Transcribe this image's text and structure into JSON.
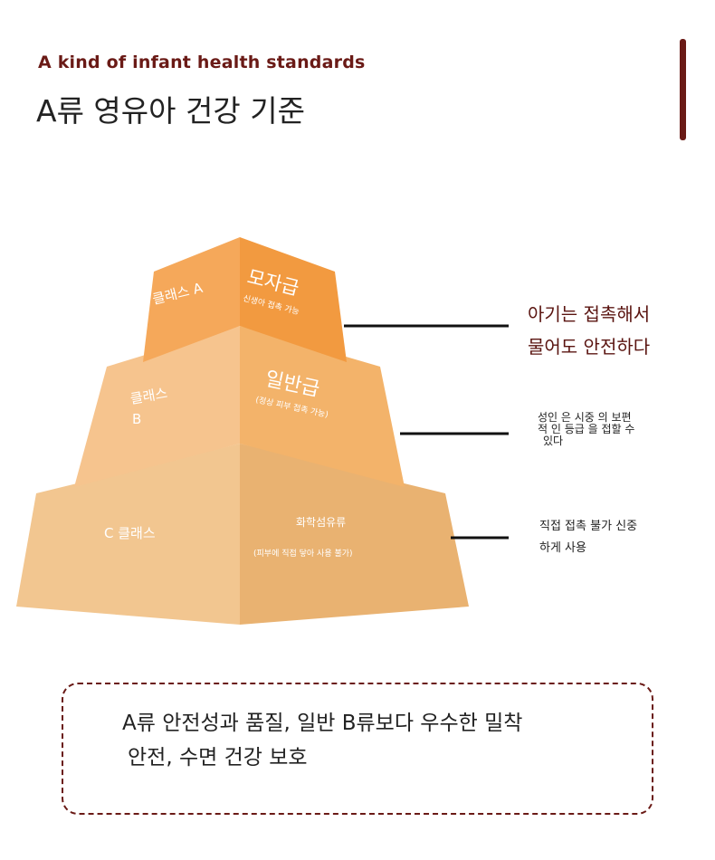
{
  "header": {
    "subtitle_en": "A  kind  of infant health standards",
    "title_ko": "A류 영유아 건강 기준"
  },
  "pyramid": {
    "tiers": [
      {
        "left_label": "클래스 A",
        "right_title": "모자급",
        "right_sub": "신생아 접촉 가능",
        "side_lines": [
          "아기는 접촉해서",
          "물어도 안전하다"
        ]
      },
      {
        "left_label_1": "클래스",
        "left_label_2": "B",
        "right_title": "일반급",
        "right_sub": "(정상 피부 접촉 가능)",
        "side_lines": [
          "성인 은 시중 의 보편",
          "적 인 등급 을 접할 수",
          "있다"
        ]
      },
      {
        "left_label": "C 클래스",
        "right_title": "화학섬유류",
        "right_sub": "(피부에 직접 닿아 사용 불가)",
        "side_lines": [
          "직접 접촉 불가 신중",
          "하게 사용"
        ]
      }
    ]
  },
  "note": {
    "line1": "A류 안전성과 품질, 일반 B류보다 우수한 밀착",
    "line2": "안전, 수면 건강 보호"
  },
  "colors": {
    "accent": "#6a1a16",
    "tier_a_left": "#f5a85a",
    "tier_a_right": "#f29a40",
    "tier_b_left": "#f6c48e",
    "tier_b_right": "#f3b36a",
    "tier_c_left": "#f2c690",
    "tier_c_right": "#e9b271"
  }
}
